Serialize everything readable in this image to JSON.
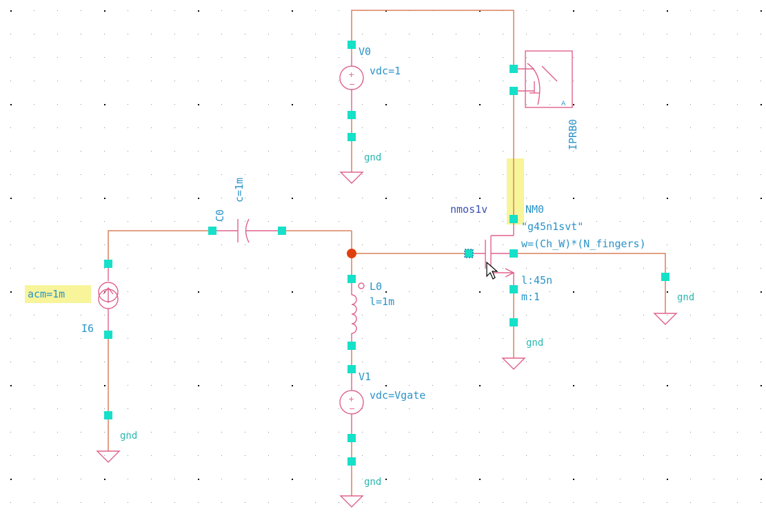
{
  "labels": {
    "v0_name": "V0",
    "v0_value": "vdc=1",
    "v1_name": "V1",
    "v1_value": "vdc=Vgate",
    "c0_name": "C0",
    "c0_value": "c=1m",
    "l0_name": "L0",
    "l0_value": "l=1m",
    "i6_name": "I6",
    "i6_value": "acm=1m",
    "probe_name": "IPRB0",
    "probe_corner": "A",
    "nm0_name": "NM0",
    "nm0_cell": "nmos1v",
    "nm0_model": "\"g45n1svt\"",
    "nm0_w": "w=(Ch_W)*(N_fingers)",
    "nm0_l": "l:45n",
    "nm0_m": "m:1",
    "gnd": "gnd"
  },
  "colors": {
    "wire": "#d9805e",
    "symbol": "#e0608a",
    "pin": "#16e0c8",
    "label": "#2a93c8",
    "cell_label": "#3a4fb0",
    "highlight": "#f7f49a",
    "junction": "#e0400f"
  }
}
